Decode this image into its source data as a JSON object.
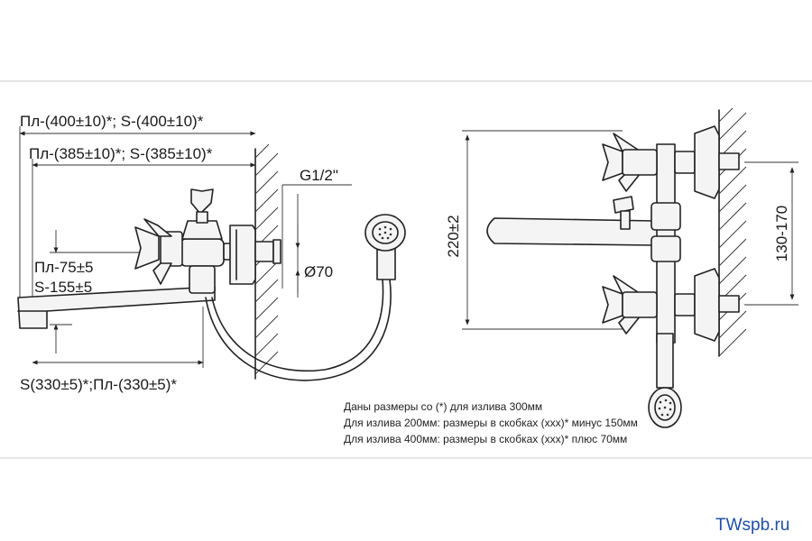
{
  "dimensions": {
    "total_length_400": "Пл-(400±10)*; S-(400±10)*",
    "total_length_385": "Пл-(385±10)*; S-(385±10)*",
    "thread": "G1/2\"",
    "flange_diameter": "Ø70",
    "height_pl": "Пл-75±5",
    "height_s": "S-155±5",
    "spout_length": "S(330±5)*;Пл-(330±5)*",
    "overall_height": "220±2",
    "inlet_spacing": "130-170"
  },
  "notes": [
    "Даны размеры со (*) для излива 300мм",
    "Для излива 200мм: размеры в скобках (ххх)* минус 150мм",
    "Для излива 400мм: размеры в скобках (ххх)* плюс 70мм"
  ],
  "watermark": "TWspb.ru"
}
